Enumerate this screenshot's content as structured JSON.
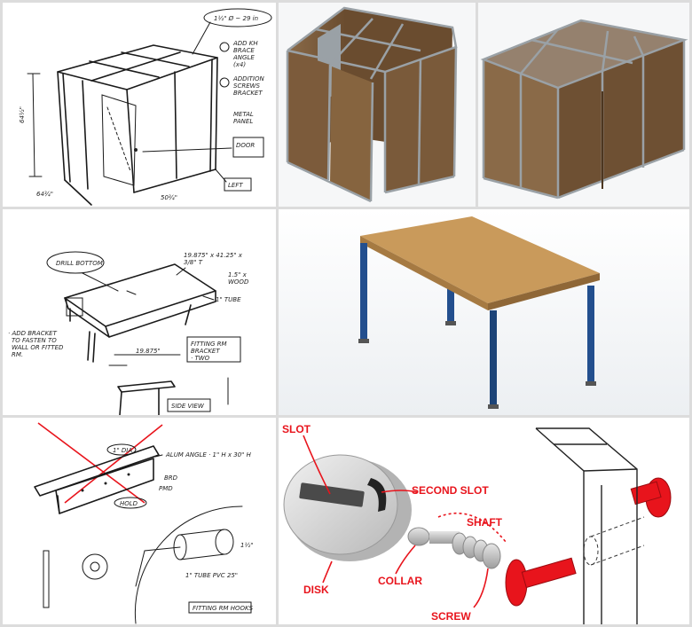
{
  "sketch1": {
    "notes": [
      "1½\" Ø ~ 29 in",
      "DOOR",
      "LEFT"
    ]
  },
  "hardware": {
    "labels": {
      "slot": "SLOT",
      "second_slot": "SECOND SLOT",
      "shaft": "SHAFT",
      "disk": "DISK",
      "collar": "COLLAR",
      "screw": "SCREW"
    },
    "accent_color": "#e8141c"
  },
  "colors": {
    "panel_wood": "#7a5a3a",
    "frame": "#9aa1a6",
    "tabletop": "#c99a5b",
    "table_legs": "#234f8e"
  }
}
